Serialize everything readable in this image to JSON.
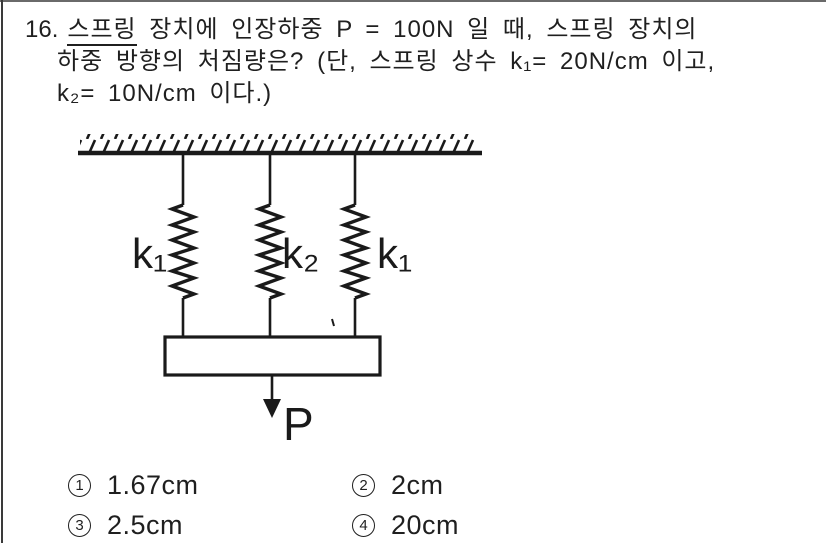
{
  "page": {
    "background": "#ffffff",
    "ink": "#1a1a1a"
  },
  "question": {
    "number": "16.",
    "underlined_word": "스프링",
    "line1_rest": "장치에 인장하중 P = 100N 일 때, 스프링 장치의",
    "line2": "하중 방향의 처짐량은? (단, 스프링 상수 k₁= 20N/cm 이고,",
    "line3": "k₂= 10N/cm 이다.)"
  },
  "diagram": {
    "description": "Three parallel springs hanging from hatched ceiling, attached to a rigid bar loaded downward by P",
    "spring_label_left": "k₁",
    "spring_label_middle": "k₂",
    "spring_label_right": "k₁",
    "load_label": "P"
  },
  "options": [
    {
      "num": "1",
      "text": "1.67cm"
    },
    {
      "num": "2",
      "text": "2cm"
    },
    {
      "num": "3",
      "text": "2.5cm"
    },
    {
      "num": "4",
      "text": "20cm"
    }
  ]
}
